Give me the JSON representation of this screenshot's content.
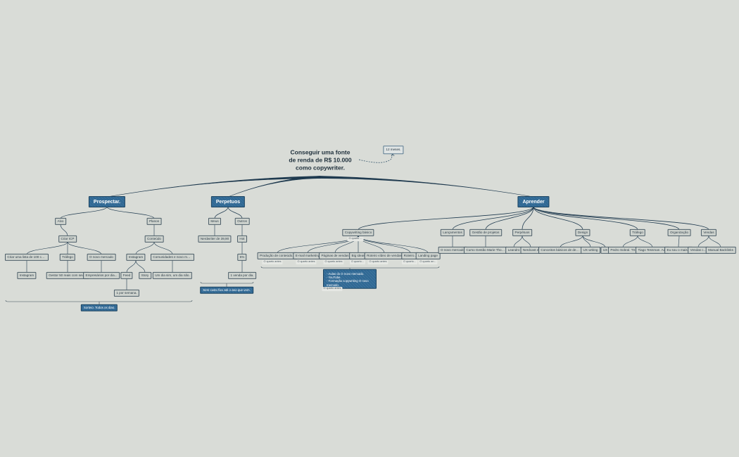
{
  "mindmap": {
    "root": {
      "label": "Conseguir uma fonte de renda de R$ 10.000 como copywriter."
    },
    "note": {
      "label": "12 meses."
    },
    "branches": {
      "prospectar": {
        "label": "Prospectar.",
        "alvo": {
          "label": "Alvo",
          "criar_icp": {
            "label": "Criar ICP",
            "criar_lista": "Criar uma lista de 100 contatos.",
            "instagram": "Instagram",
            "trafego": "Tráfego",
            "gestor": "Gestor 50 reais com seu...",
            "o_novo_mercado": "O novo mercado",
            "empresarios": "Empresários por dia..."
          }
        },
        "plano": {
          "label": "Planos",
          "conteudo": {
            "label": "Conteúdo",
            "instagram": "Instagram",
            "feed": "Feed",
            "story": "Story",
            "uma_semana": "1 por semana.",
            "comunidades": "Comunidades e novo mercado",
            "um_dia": "Um dia sim, um dia não."
          }
        },
        "summary": "Sorteio. Todos os dias."
      },
      "perpetuos": {
        "label": "Perpetuos",
        "meus": "Meus",
        "nerdwriter": "Nerdwriter de 39,90",
        "outros": "Outros",
        "hot": "Hot",
        "x5": "5%",
        "venda": "1 venda por dia.",
        "summary": "Sem custo fixo até o ano que vem."
      },
      "aprender": {
        "label": "Aprender",
        "copywriting_basico": {
          "label": "Copywriting básico",
          "note": "O quarto ...",
          "children": [
            {
              "label": "Produção de conteúdo...",
              "sub": "O quarto antes"
            },
            {
              "label": "E-mail marketing",
              "sub": "O quarto antes"
            },
            {
              "label": "Páginas de vendas",
              "sub": "O quarto antes"
            },
            {
              "label": "Big ideas",
              "sub": "O quarto..."
            },
            {
              "label": "Roteiro vídeo de vendas",
              "sub": "O quarto antes"
            },
            {
              "label": "Roteiro...",
              "sub": "O quarto..."
            },
            {
              "label": "Landing page",
              "sub": "O quarto an..."
            }
          ],
          "summary_lines": [
            "- Aulas do O novo mercado.",
            "- YouTube.",
            "- Formação copywriting O novo mercado."
          ],
          "summary_note": "O quarto antes"
        },
        "lancamentos": {
          "label": "Lançamentos",
          "child": "O novo mercado"
        },
        "gestao": {
          "label": "Gestão de projetos",
          "child": "Curso Gestão Marie Thorne..."
        },
        "perpetuos": {
          "label": "Perpétuos",
          "children": [
            "Leandro",
            "Nerdcast 2"
          ]
        },
        "design": {
          "label": "Design",
          "children": [
            "Conceitos básicos de design",
            "UX writing",
            "UX"
          ]
        },
        "trafego": {
          "label": "Tráfego",
          "children": [
            "Pedro Sobral. TS",
            "Tiago Tessman. Ads"
          ]
        },
        "organizacao": {
          "label": "Organização",
          "child": "Eu sou o mais..."
        },
        "vendas": {
          "label": "Vendas",
          "children": [
            "Vendas c...",
            "Manual Backlinks"
          ]
        }
      }
    }
  }
}
